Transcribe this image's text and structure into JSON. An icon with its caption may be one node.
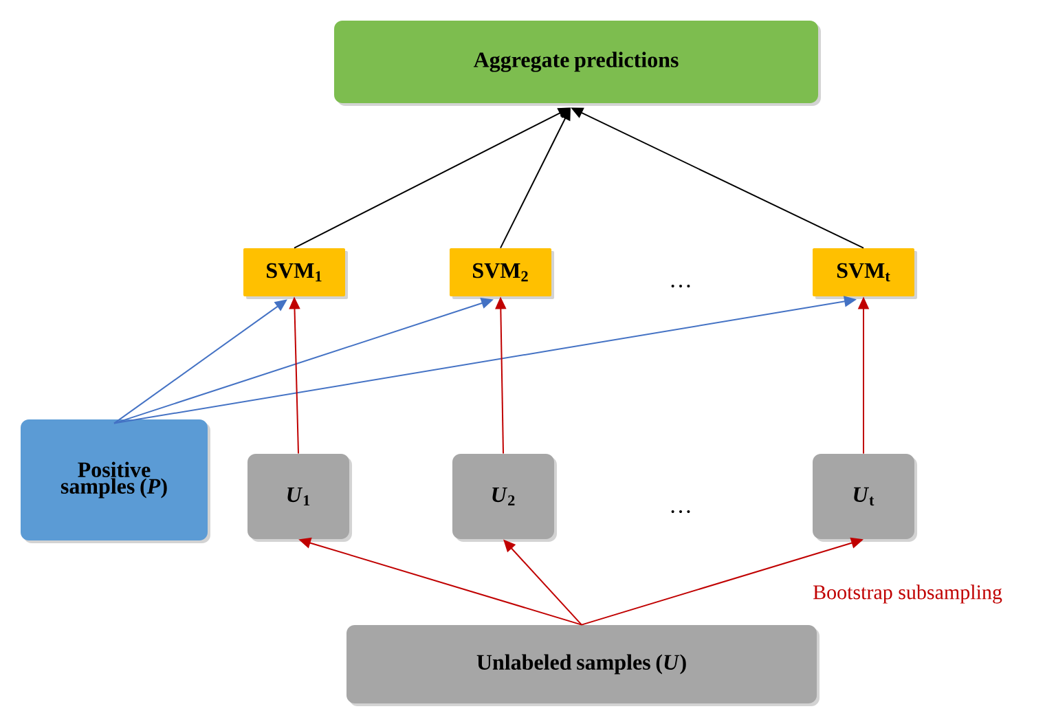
{
  "diagram": {
    "nodes": [
      {
        "text": [
          "Aggregate predictions"
        ]
      },
      {
        "text": [
          "SVM$_{1}$"
        ]
      },
      {
        "text": [
          "SVM$_{2}$"
        ]
      },
      {
        "text": [
          "SVM$_{t}$"
        ]
      },
      {
        "text": [
          "Positive samples (*P*)"
        ]
      },
      {
        "text": [
          "*U*$_{1}$"
        ]
      },
      {
        "text": [
          "*U*$_{2}$"
        ]
      },
      {
        "text": [
          "*U*$_{t}$"
        ]
      },
      {
        "text": [
          "Unlabeled samples (*U*)"
        ]
      }
    ],
    "edges": [
      {
        "from": 1,
        "to": 0,
        "arrow": "to",
        "color": "#000000"
      },
      {
        "from": 2,
        "to": 0,
        "arrow": "to",
        "color": "#000000"
      },
      {
        "from": 3,
        "to": 0,
        "arrow": "to",
        "color": "#000000"
      },
      {
        "from": 4,
        "to": 1,
        "arrow": "to",
        "color": "#4472c4"
      },
      {
        "from": 4,
        "to": 2,
        "arrow": "to",
        "color": "#4472c4"
      },
      {
        "from": 4,
        "to": 3,
        "arrow": "to",
        "color": "#4472c4"
      },
      {
        "from": 5,
        "to": 1,
        "arrow": "to"
      },
      {
        "from": 6,
        "to": 2,
        "arrow": "to"
      },
      {
        "from": 7,
        "to": 3,
        "arrow": "to"
      },
      {
        "from": 8,
        "to": 5,
        "arrow": "to"
      },
      {
        "from": 8,
        "to": 6,
        "arrow": "to"
      },
      {
        "from": 8,
        "to": 7,
        "arrow": "to"
      }
    ],
    "labels": [
      "…",
      "…",
      "Bootstrap subsampling"
    ]
  }
}
